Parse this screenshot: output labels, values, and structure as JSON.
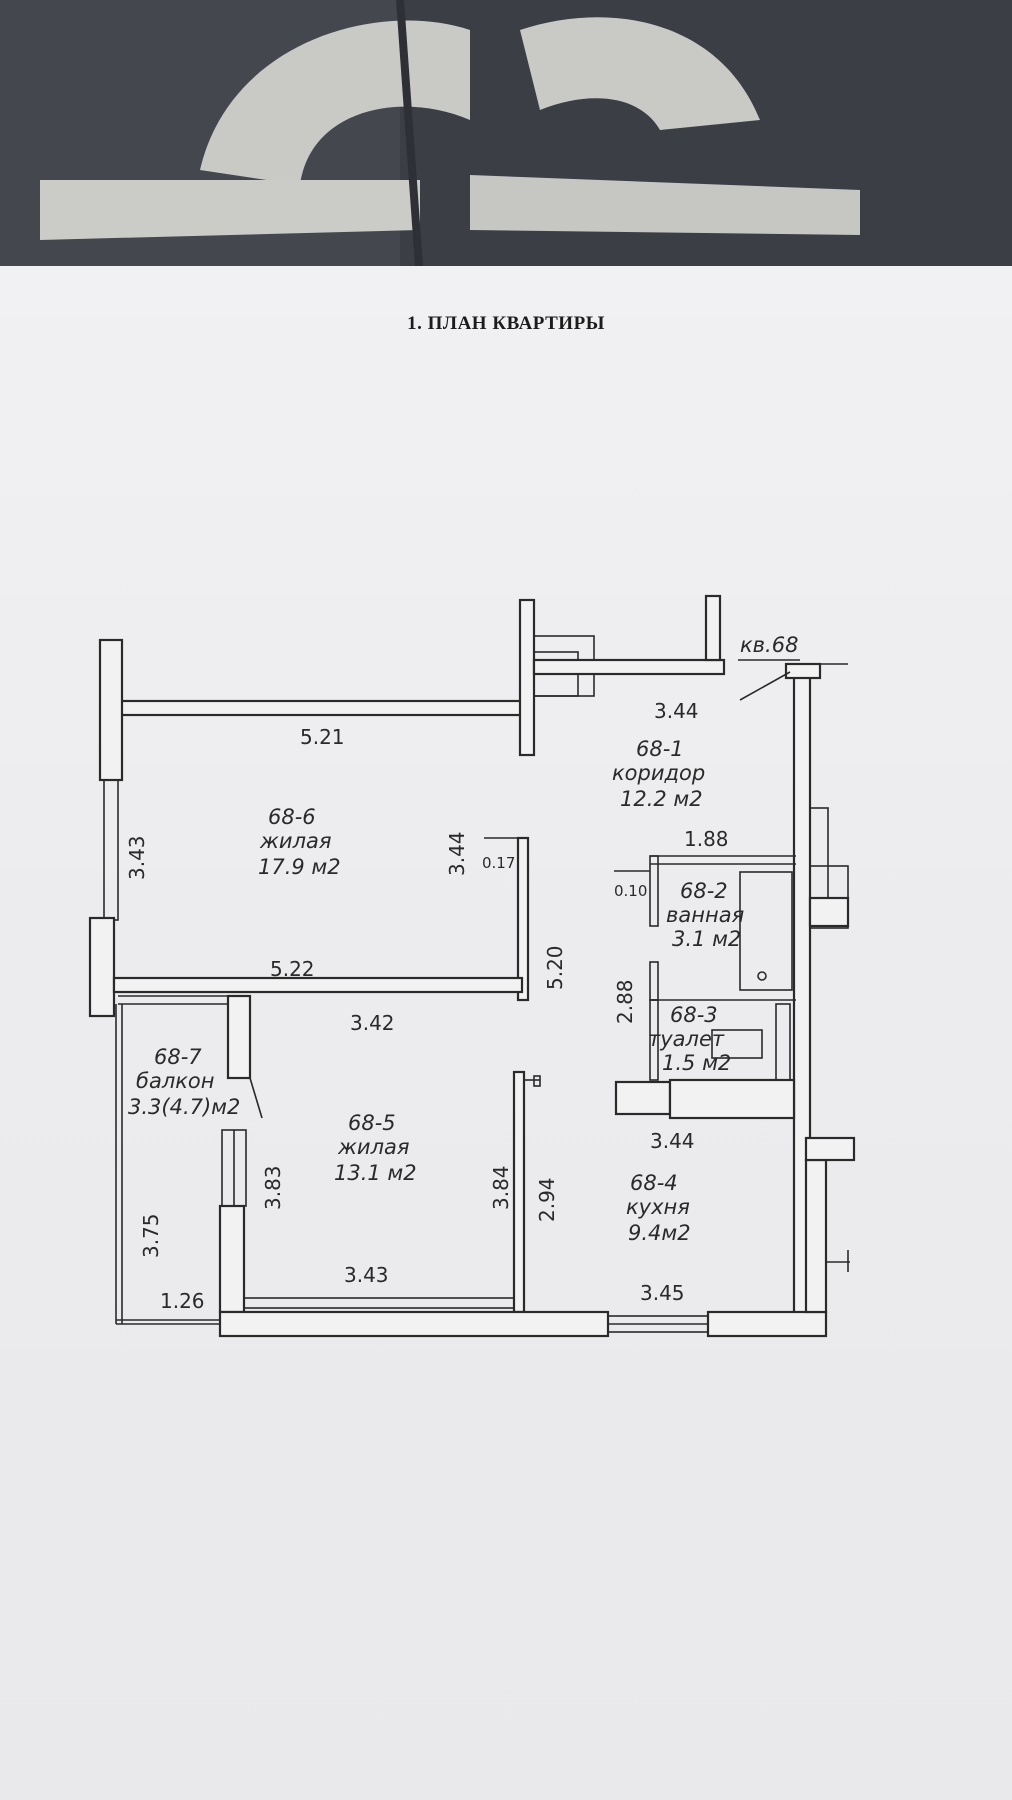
{
  "title": "1. ПЛАН КВАРТИРЫ",
  "apartment": "кв.68",
  "rooms": {
    "r1": {
      "id": "68-1",
      "name": "коридор",
      "area": "12.2 м2"
    },
    "r2": {
      "id": "68-2",
      "name": "ванная",
      "area": "3.1 м2"
    },
    "r3": {
      "id": "68-3",
      "name": "туалет",
      "area": "1.5 м2"
    },
    "r4": {
      "id": "68-4",
      "name": "кухня",
      "area": "9.4м2"
    },
    "r5": {
      "id": "68-5",
      "name": "жилая",
      "area": "13.1 м2"
    },
    "r6": {
      "id": "68-6",
      "name": "жилая",
      "area": "17.9 м2"
    },
    "r7": {
      "id": "68-7",
      "name": "балкон",
      "area": "3.3(4.7)м2"
    }
  },
  "dimensions": {
    "d521": "5.21",
    "d344_corr": "3.44",
    "d343_left": "3.43",
    "d344_mid": "3.44",
    "d017": "0.17",
    "d188": "1.88",
    "d010": "0.10",
    "d522": "5.22",
    "d520": "5.20",
    "d288": "2.88",
    "d342": "3.42",
    "d344_kit": "3.44",
    "d383": "3.83",
    "d384": "3.84",
    "d294": "2.94",
    "d375": "3.75",
    "d126": "1.26",
    "d343_bot": "3.43",
    "d345": "3.45"
  },
  "colors": {
    "paper": "#eeeef0",
    "fabric": "#3b3d45",
    "ink": "#2a2a2a"
  }
}
